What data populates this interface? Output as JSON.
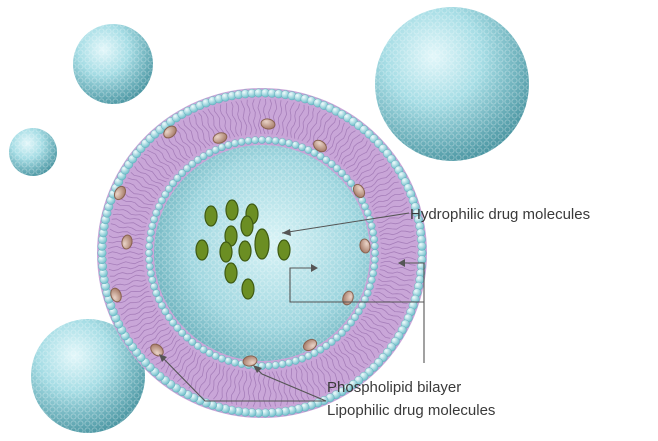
{
  "labels": {
    "hydrophilic": "Hydrophilic drug molecules",
    "bilayer": "Phospholipid bilayer",
    "lipophilic": "Lipophilic drug molecules"
  },
  "colors": {
    "sphere_light": "#d6f3f6",
    "sphere_mid": "#8fd0da",
    "sphere_dark": "#3f8c98",
    "bilayer_purple": "#c9a6d8",
    "bilayer_lines": "#8a5fa3",
    "bead": "#9ad9e2",
    "hydrophilic_drug": "#6b8e23",
    "lipophilic_drug": "#c8a390",
    "leader_line": "#555555",
    "label_text": "#3a3a3a"
  }
}
